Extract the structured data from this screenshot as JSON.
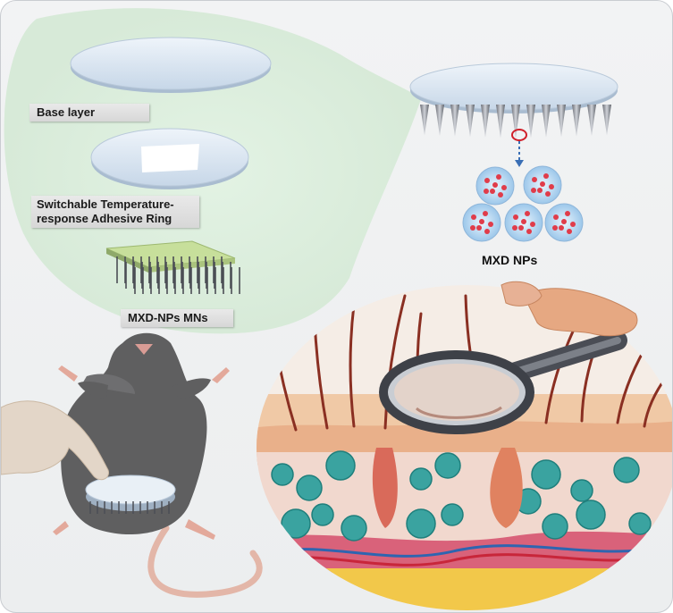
{
  "labels": {
    "base_layer": "Base layer",
    "adhesive_ring": "Switchable Temperature-\nresponse Adhesive Ring",
    "mn_patch": "MXD-NPs MNs",
    "nanoparticles": "MXD NPs"
  },
  "colors": {
    "disc": "#dbe7f3",
    "disc_edge": "#b9c9da",
    "np_shell": "#bcd8f0",
    "np_core": "#e03c4a",
    "arrow": "#3a6fb5",
    "mouse": "#6b6b6b",
    "skin": "#e9a07c"
  },
  "icons": {
    "mouse": "mouse-illustration",
    "hand": "hand-illustration",
    "magnifier": "magnifying-glass-icon",
    "skin": "skin-cross-section"
  }
}
